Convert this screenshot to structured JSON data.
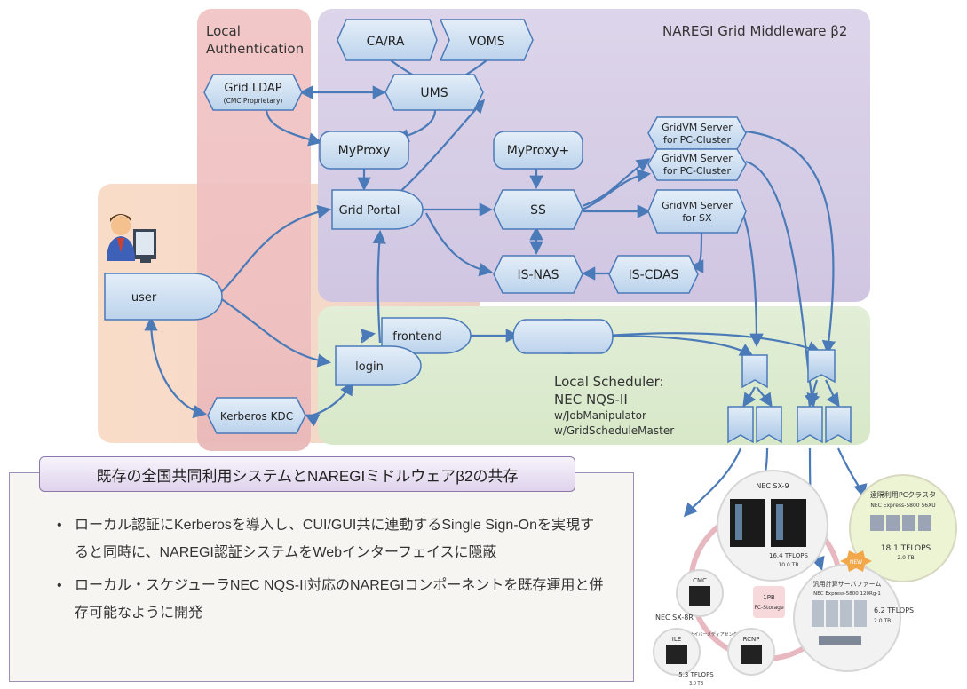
{
  "regions": {
    "middleware_title": "NAREGI Grid Middleware β2",
    "local_auth_title_line1": "Local",
    "local_auth_title_line2": "Authentication",
    "scheduler_title_line1": "Local Scheduler:",
    "scheduler_title_line2": "NEC NQS-II",
    "scheduler_sub1": "w/JobManipulator",
    "scheduler_sub2": "w/GridScheduleMaster"
  },
  "nodes": {
    "ca_ra": "CA/RA",
    "voms": "VOMS",
    "grid_ldap": "Grid LDAP",
    "grid_ldap_sub": "(CMC Proprietary)",
    "ums": "UMS",
    "myproxy": "MyProxy",
    "myproxy_plus": "MyProxy+",
    "gridvm1_line1": "GridVM Server",
    "gridvm1_line2": "for PC-Cluster",
    "gridvm2_line1": "GridVM Server",
    "gridvm2_line2": "for PC-Cluster",
    "gridvm3_line1": "GridVM Server",
    "gridvm3_line2": "for SX",
    "grid_portal": "Grid Portal",
    "ss": "SS",
    "is_nas": "IS-NAS",
    "is_cdas": "IS-CDAS",
    "user": "user",
    "frontend": "frontend",
    "login": "login",
    "kerberos_kdc": "Kerberos KDC"
  },
  "hardware": {
    "sx9": "NEC SX-9",
    "sx9_spec1": "16.4 TFLOPS",
    "sx9_spec2": "10.0 TB",
    "pc_cluster_label1": "遠隔利用PCクラスタ",
    "pc_cluster_label2": "NEC Express-5800 56XU",
    "pc_cluster_spec1": "18.1 TFLOPS",
    "pc_cluster_spec2": "2.0 TB",
    "fc_storage1": "1PB",
    "fc_storage2": "FC-Storage",
    "server_farm_label": "汎用計算サーバファーム",
    "server_farm_model": "NEC Express-5800 120Rg-1",
    "server_farm_spec1": "6.2 TFLOPS",
    "server_farm_spec2": "2.0 TB",
    "cmc": "CMC",
    "sx8r": "NEC SX-8R",
    "ile": "ILE",
    "rcnp": "RCNP",
    "center_label": "サイバーメディアセンター",
    "sx8r_spec1": "5.3 TFLOPS",
    "sx8r_spec2": "3.0 TB",
    "badge": "NEW"
  },
  "panel": {
    "title": "既存の全国共同利用システムとNAREGIミドルウェアβ2の共存",
    "bullet1": "ローカル認証にKerberosを導入し、CUI/GUI共に連動するSingle Sign-Onを実現すると同時に、NAREGI認証システムをWebインターフェイスに隠蔽",
    "bullet2": "ローカル・スケジューラNEC NQS-II対応のNAREGIコンポーネントを既存運用と併存可能なように開発"
  },
  "colors": {
    "middleware_region": "#d8d0e6",
    "auth_region": "#efc0c0",
    "user_region": "#f7dcc4",
    "scheduler_region": "#dcebcf",
    "node_fill": "#cfe0f2",
    "node_stroke": "#4a7ab8",
    "arrow": "#4a7ab8"
  }
}
